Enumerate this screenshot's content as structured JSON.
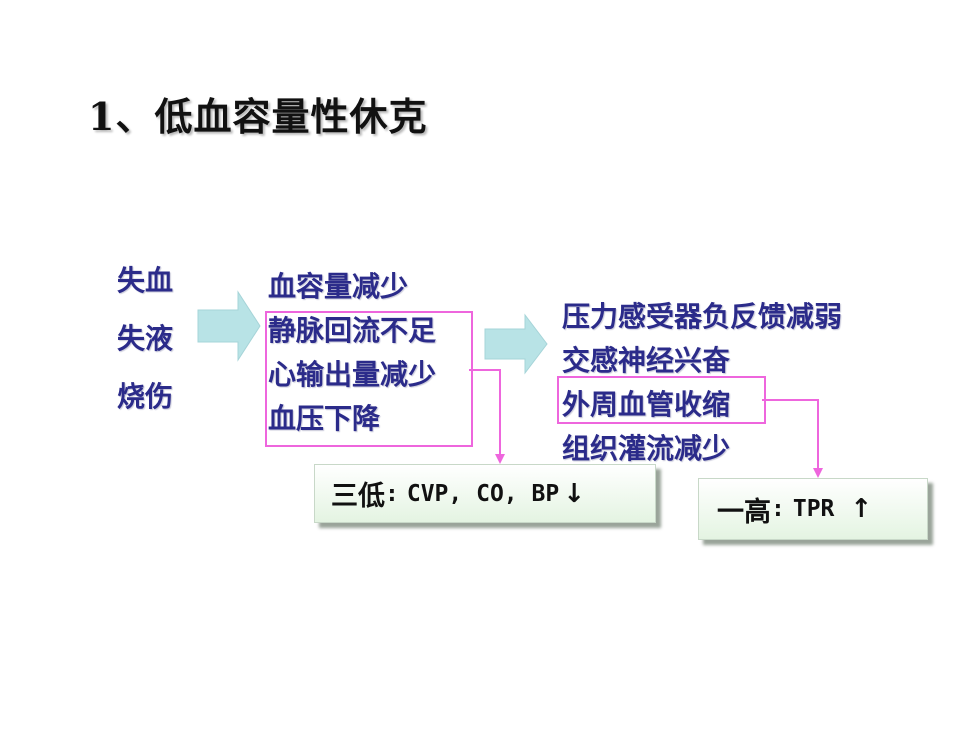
{
  "title": "1、低血容量性休克",
  "causes": [
    "失血",
    "失液",
    "烧伤"
  ],
  "stage1": [
    "血容量减少",
    "静脉回流不足",
    "心输出量减少",
    "血压下降"
  ],
  "stage2": [
    "压力感受器负反馈减弱",
    "交感神经兴奋",
    "外周血管收缩",
    "组织灌流减少"
  ],
  "result_low": {
    "label": "三低",
    "separator": ":",
    "text": "CVP, CO, BP",
    "symbol": "↓"
  },
  "result_high": {
    "label": "一高",
    "separator": ":",
    "text": "TPR",
    "symbol": "↑"
  },
  "colors": {
    "text_blue": "#2b2b8a",
    "arrow_fill": "#b8e3e6",
    "highlight": "#ee66dd",
    "box_fill": "#e4f4e2"
  }
}
